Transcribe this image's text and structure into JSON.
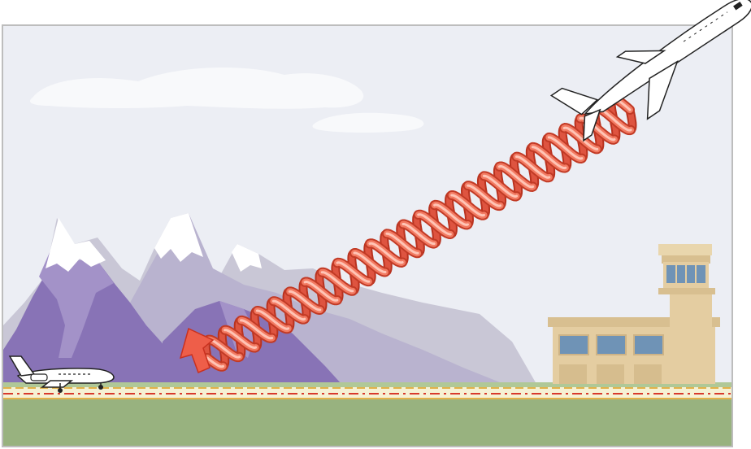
{
  "illustration": {
    "subject": "wake-turbulence-vortex",
    "elements": [
      "sky",
      "clouds",
      "mountains",
      "runway",
      "control-tower",
      "terminal-building",
      "departing-jet",
      "vortex-spiral",
      "small-jet-on-runway"
    ]
  },
  "colors": {
    "sky": "#eceef4",
    "cloud": "#f8f9fb",
    "mountain_dark": "#8873b6",
    "mountain_mid": "#a392c8",
    "mountain_light": "#c2b9d8",
    "mountain_back": "#c9c7d6",
    "snow": "#ffffff",
    "ground": "#98b27f",
    "runway": "#f6f1d4",
    "runway_center_line": "#d83a2c",
    "runway_edge_line": "#e3b24a",
    "building": "#e4cda1",
    "building_trim": "#cdb386",
    "window": "#6f93b6",
    "vortex": "#ee5e49",
    "vortex_light": "#ffc4b5",
    "aircraft": "#ffffff",
    "aircraft_outline": "#222222",
    "frame": "#bdbdbd"
  }
}
